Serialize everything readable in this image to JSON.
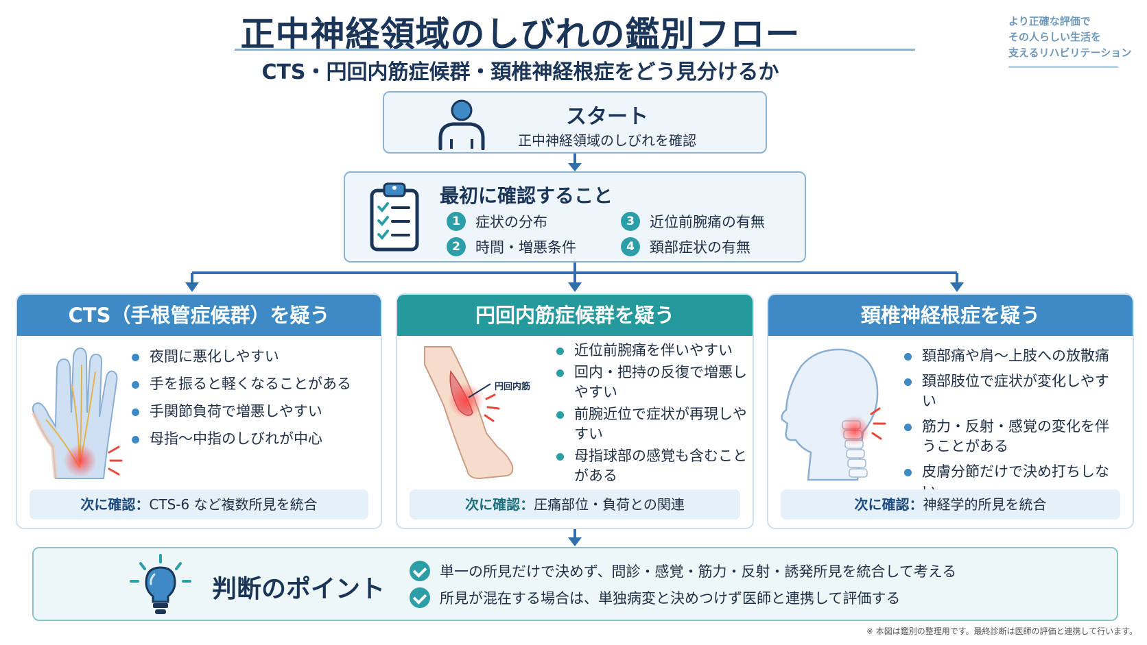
{
  "header": {
    "title": "正中神経領域のしびれの鑑別フロー",
    "subtitle": "CTS・円回内筋症候群・頚椎神経根症をどう見分けるか",
    "corner_lines": [
      "より正確な評価で",
      "その人らしい生活を",
      "支えるリハビリテーション"
    ]
  },
  "start": {
    "title": "スタート",
    "desc": "正中神経領域のしびれを確認"
  },
  "first_check": {
    "title": "最初に確認すること",
    "items": [
      {
        "num": "1",
        "label": "症状の分布"
      },
      {
        "num": "2",
        "label": "時間・増悪条件"
      },
      {
        "num": "3",
        "label": "近位前腕痛の有無"
      },
      {
        "num": "4",
        "label": "頚部症状の有無"
      }
    ]
  },
  "cards": [
    {
      "title": "CTS（手根管症候群）を疑う",
      "bullets": [
        "夜間に悪化しやすい",
        "手を振ると軽くなることがある",
        "手関節負荷で増悪しやすい",
        "母指〜中指のしびれが中心"
      ],
      "next_label": "次に確認：",
      "next_text": "CTS-6 など複数所見を統合"
    },
    {
      "title": "円回内筋症候群を疑う",
      "annotation": "円回内筋",
      "bullets": [
        "近位前腕痛を伴いやすい",
        "回内・把持の反復で増悪しやすい",
        "前腕近位で症状が再現しやすい",
        "母指球部の感覚も含むことがある"
      ],
      "next_label": "次に確認：",
      "next_text": "圧痛部位・負荷との関連"
    },
    {
      "title": "頚椎神経根症を疑う",
      "bullets": [
        "頚部痛や肩〜上肢への放散痛",
        "頚部肢位で症状が変化しやすい",
        "筋力・反射・感覚の変化を伴うことがある",
        "皮膚分節だけで決め打ちしない"
      ],
      "next_label": "次に確認：",
      "next_text": "神経学的所見を統合"
    }
  ],
  "point": {
    "title": "判断のポイント",
    "items": [
      "単一の所見だけで決めず、問診・感覚・筋力・反射・誘発所見を統合して考える",
      "所見が混在する場合は、単独病変と決めつけず医師と連携して評価する"
    ]
  },
  "footnote": "※ 本図は鑑別の整理用です。最終診断は医師の評価と連携して行います。",
  "colors": {
    "navy": "#1b3558",
    "blue": "#3d8ac4",
    "teal": "#249a9d",
    "light": "#eef5fb"
  }
}
